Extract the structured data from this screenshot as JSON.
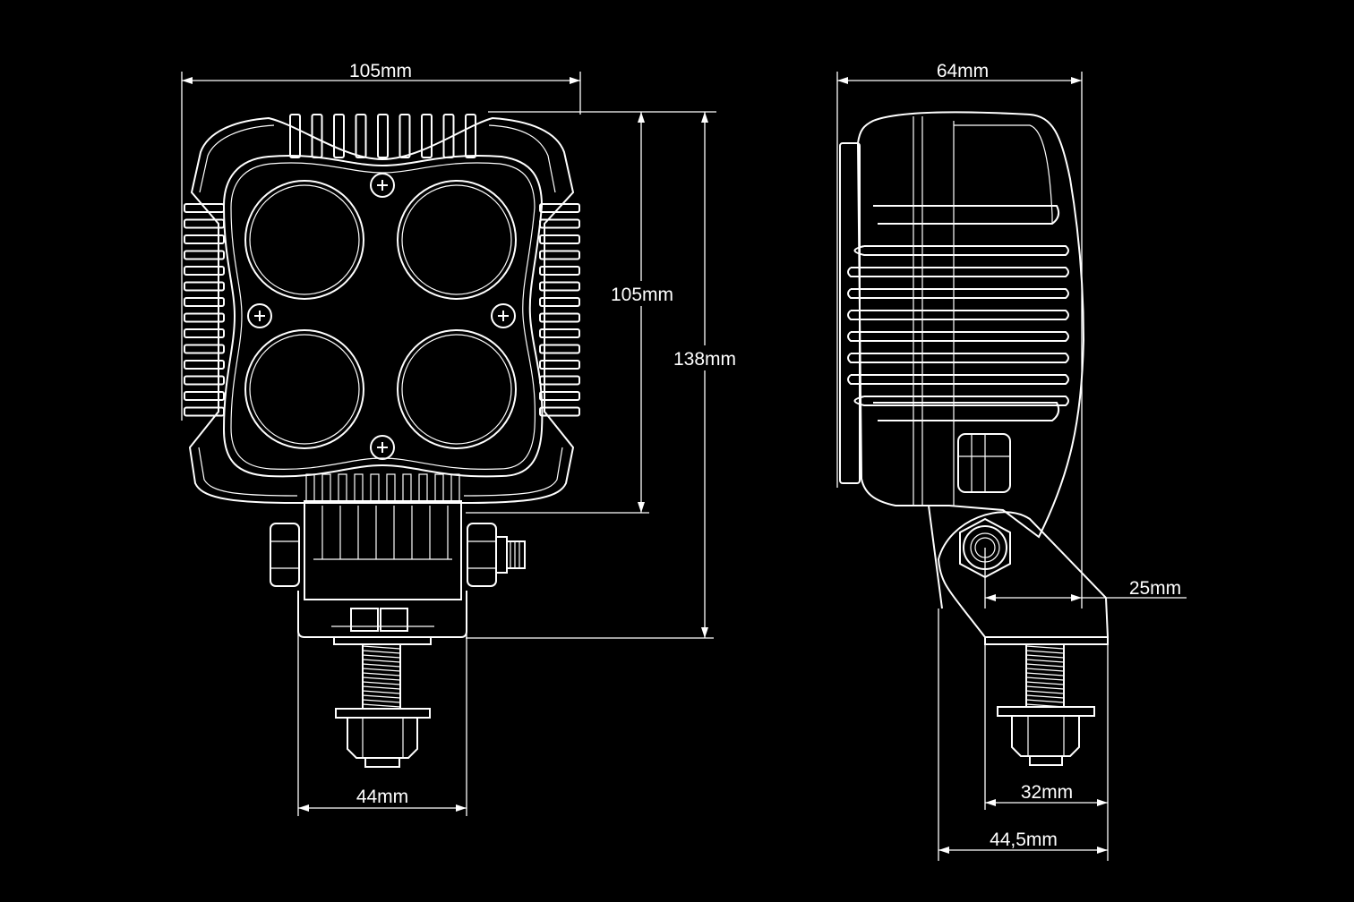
{
  "title": "Work light dimension drawing",
  "colors": {
    "background": "#000000",
    "line": "#ffffff"
  },
  "front_view": {
    "width_label": "105mm",
    "lens_height_label": "105mm",
    "total_height_label": "138mm",
    "bracket_width_label": "44mm"
  },
  "side_view": {
    "depth_label": "64mm",
    "pivot_offset_label": "25mm",
    "foot_inner_label": "32mm",
    "foot_outer_label": "44,5mm"
  }
}
